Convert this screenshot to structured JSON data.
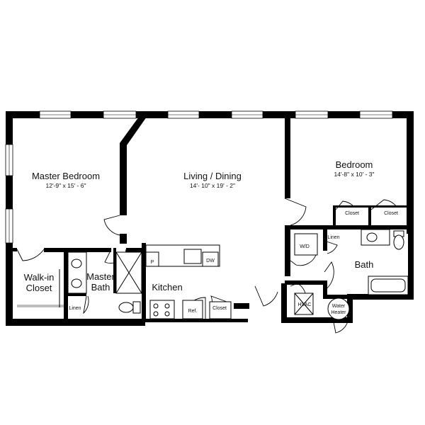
{
  "rooms": {
    "master_bedroom": {
      "name": "Master Bedroom",
      "dims": "12'-9\" x 15' - 6\""
    },
    "living_dining": {
      "name": "Living / Dining",
      "dims": "14'- 10\" x 19' - 2\""
    },
    "bedroom": {
      "name": "Bedroom",
      "dims": "14'-8\" x 10' - 3\""
    },
    "walk_in_closet": {
      "line1": "Walk-in",
      "line2": "Closet"
    },
    "master_bath": {
      "line1": "Master",
      "line2": "Bath"
    },
    "kitchen": {
      "name": "Kitchen"
    },
    "bath": {
      "name": "Bath"
    }
  },
  "fixtures": {
    "closet_left": "Closet",
    "closet_right": "Closet",
    "linen_bath": "Linen",
    "wd": "W/D",
    "linen_master": "Linen",
    "pantry": "P",
    "dishwasher": "DW",
    "refrigerator": "Ref.",
    "kitchen_closet": "Closet",
    "hvac": "HVAC",
    "water_heater_line1": "Water",
    "water_heater_line2": "Heater"
  }
}
